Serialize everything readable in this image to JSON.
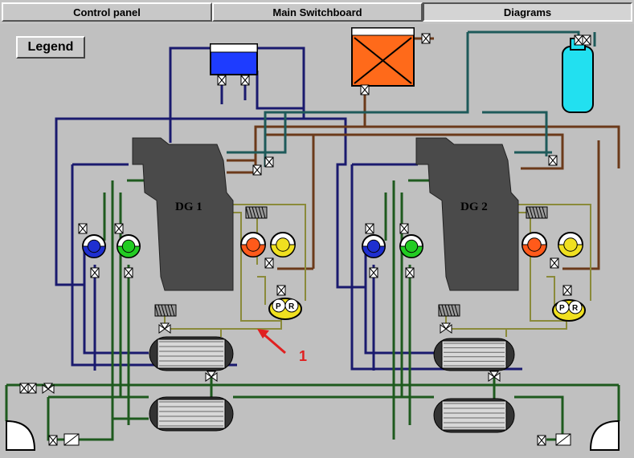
{
  "tabs": [
    {
      "label": "Control panel",
      "active": false
    },
    {
      "label": "Main Switchboard",
      "active": false
    },
    {
      "label": "Diagrams",
      "active": true
    }
  ],
  "legend_button": "Legend",
  "engines": [
    {
      "label": "DG 1"
    },
    {
      "label": "DG 2"
    }
  ],
  "annotation_marker": "1",
  "pump_letters": {
    "p": "P",
    "r": "R"
  },
  "colors": {
    "background": "#c0c0c0",
    "engine": "#4a4a4a",
    "pipe_blue": "#1a1a6e",
    "pipe_green": "#1e5a1e",
    "pipe_brown": "#6b3a1a",
    "pipe_teal": "#1e5a5a",
    "pipe_olive": "#8a8a3a",
    "tank_blue": "#1e3cff",
    "tank_orange": "#ff6a1a",
    "bottle_cyan": "#22e0f0",
    "pump_blue": "#1e2fd0",
    "pump_green": "#22cc22",
    "pump_yellow": "#f0e020",
    "pump_orange": "#ff5a1a",
    "annotation": "#e02020"
  }
}
